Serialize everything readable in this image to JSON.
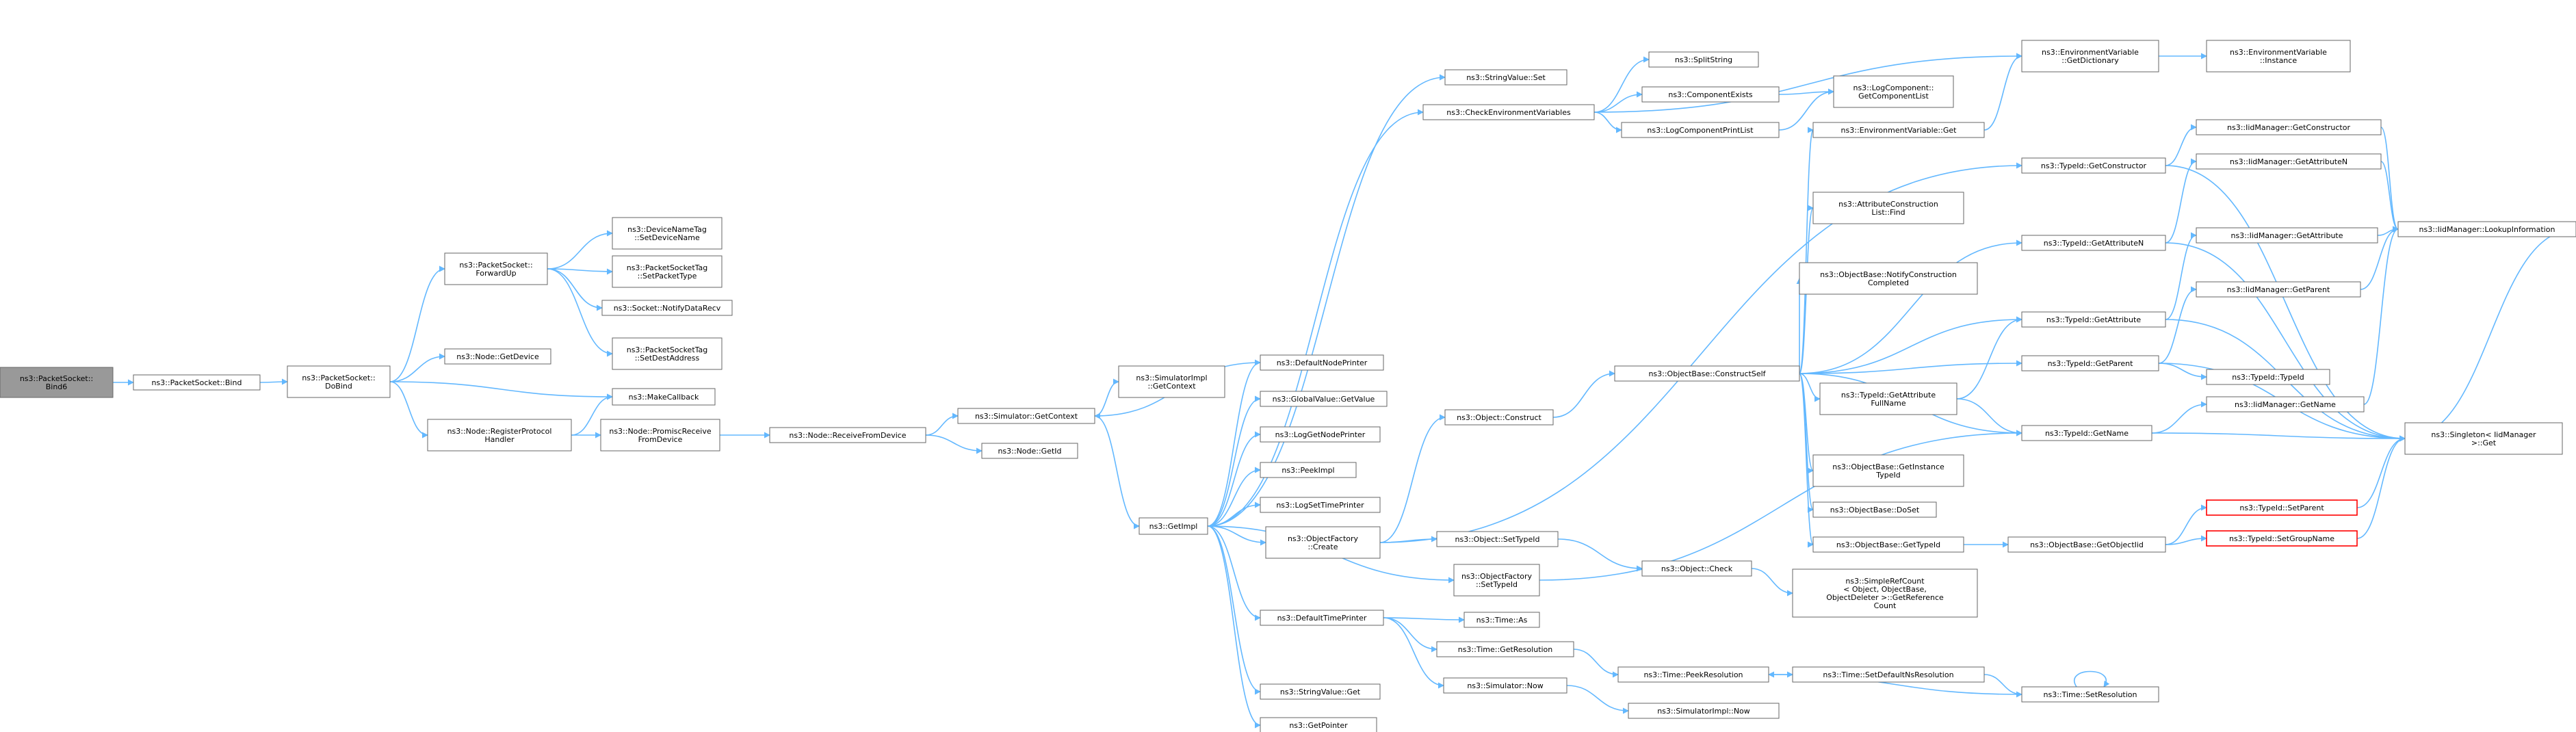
{
  "diagram": {
    "type": "doxygen-call-graph",
    "colors": {
      "node_border": "#666666",
      "node_fill": "#ffffff",
      "root_fill": "#999999",
      "root_border": "#666666",
      "warn_border": "#ff0000",
      "edge": "#63b8ff",
      "text": "#000000"
    },
    "nodes": [
      {
        "id": "n0",
        "lines": [
          "ns3::PacketSocket::",
          "Bind6"
        ],
        "root": true
      },
      {
        "id": "n1",
        "lines": [
          "ns3::PacketSocket::Bind"
        ]
      },
      {
        "id": "n2",
        "lines": [
          "ns3::PacketSocket::",
          "DoBind"
        ]
      },
      {
        "id": "n3",
        "lines": [
          "ns3::PacketSocket::",
          "ForwardUp"
        ]
      },
      {
        "id": "n4",
        "lines": [
          "ns3::Node::GetDevice"
        ]
      },
      {
        "id": "n5",
        "lines": [
          "ns3::MakeCallback"
        ]
      },
      {
        "id": "n6",
        "lines": [
          "ns3::Node::RegisterProtocol",
          "Handler"
        ]
      },
      {
        "id": "n7",
        "lines": [
          "ns3::DeviceNameTag",
          "::SetDeviceName"
        ]
      },
      {
        "id": "n8",
        "lines": [
          "ns3::PacketSocketTag",
          "::SetPacketType"
        ]
      },
      {
        "id": "n9",
        "lines": [
          "ns3::Socket::NotifyDataRecv"
        ]
      },
      {
        "id": "n10",
        "lines": [
          "ns3::PacketSocketTag",
          "::SetDestAddress"
        ]
      },
      {
        "id": "n11",
        "lines": [
          "ns3::Node::PromiscReceive",
          "FromDevice"
        ]
      },
      {
        "id": "n12",
        "lines": [
          "ns3::Node::ReceiveFromDevice"
        ]
      },
      {
        "id": "n13",
        "lines": [
          "ns3::Simulator::GetContext"
        ]
      },
      {
        "id": "n14",
        "lines": [
          "ns3::Node::GetId"
        ]
      },
      {
        "id": "n15",
        "lines": [
          "ns3::SimulatorImpl",
          "::GetContext"
        ]
      },
      {
        "id": "n16",
        "lines": [
          "ns3::GetImpl"
        ]
      },
      {
        "id": "n17",
        "lines": [
          "ns3::DefaultNodePrinter"
        ]
      },
      {
        "id": "n18",
        "lines": [
          "ns3::GlobalValue::GetValue"
        ]
      },
      {
        "id": "n19",
        "lines": [
          "ns3::LogGetNodePrinter"
        ]
      },
      {
        "id": "n20",
        "lines": [
          "ns3::PeekImpl"
        ]
      },
      {
        "id": "n21",
        "lines": [
          "ns3::LogSetTimePrinter"
        ]
      },
      {
        "id": "n22",
        "lines": [
          "ns3::ObjectFactory",
          "::Create"
        ]
      },
      {
        "id": "n23",
        "lines": [
          "ns3::DefaultTimePrinter"
        ]
      },
      {
        "id": "n24",
        "lines": [
          "ns3::StringValue::Get"
        ]
      },
      {
        "id": "n25",
        "lines": [
          "ns3::GetPointer"
        ]
      },
      {
        "id": "n26",
        "lines": [
          "ns3::StringValue::Set"
        ]
      },
      {
        "id": "n27",
        "lines": [
          "ns3::CheckEnvironmentVariables"
        ]
      },
      {
        "id": "n28",
        "lines": [
          "ns3::Object::Construct"
        ]
      },
      {
        "id": "n29",
        "lines": [
          "ns3::Object::SetTypeId"
        ]
      },
      {
        "id": "n30",
        "lines": [
          "ns3::ObjectFactory",
          "::SetTypeId"
        ]
      },
      {
        "id": "n31",
        "lines": [
          "ns3::Time::As"
        ]
      },
      {
        "id": "n32",
        "lines": [
          "ns3::Time::GetResolution"
        ]
      },
      {
        "id": "n33",
        "lines": [
          "ns3::Simulator::Now"
        ]
      },
      {
        "id": "n34",
        "lines": [
          "ns3::SplitString"
        ]
      },
      {
        "id": "n35",
        "lines": [
          "ns3::ComponentExists"
        ]
      },
      {
        "id": "n36",
        "lines": [
          "ns3::LogComponentPrintList"
        ]
      },
      {
        "id": "n37",
        "lines": [
          "ns3::ObjectBase::ConstructSelf"
        ]
      },
      {
        "id": "n38",
        "lines": [
          "ns3::Object::Check"
        ]
      },
      {
        "id": "n39",
        "lines": [
          "ns3::Time::PeekResolution"
        ]
      },
      {
        "id": "n40",
        "lines": [
          "ns3::SimulatorImpl::Now"
        ]
      },
      {
        "id": "n41",
        "lines": [
          "ns3::LogComponent::",
          "GetComponentList"
        ]
      },
      {
        "id": "n42",
        "lines": [
          "ns3::EnvironmentVariable::Get"
        ]
      },
      {
        "id": "n43",
        "lines": [
          "ns3::AttributeConstruction",
          "List::Find"
        ]
      },
      {
        "id": "n44",
        "lines": [
          "ns3::ObjectBase::NotifyConstruction",
          "Completed"
        ]
      },
      {
        "id": "n45",
        "lines": [
          "ns3::TypeId::GetAttribute",
          "FullName"
        ]
      },
      {
        "id": "n46",
        "lines": [
          "ns3::ObjectBase::GetInstance",
          "TypeId"
        ]
      },
      {
        "id": "n47",
        "lines": [
          "ns3::ObjectBase::DoSet"
        ]
      },
      {
        "id": "n48",
        "lines": [
          "ns3::ObjectBase::GetTypeId"
        ]
      },
      {
        "id": "n49",
        "lines": [
          "ns3::SimpleRefCount",
          "< Object, ObjectBase,",
          "ObjectDeleter >::GetReference",
          "Count"
        ]
      },
      {
        "id": "n50",
        "lines": [
          "ns3::Time::SetDefaultNsResolution"
        ]
      },
      {
        "id": "n51",
        "lines": [
          "ns3::EnvironmentVariable",
          "::GetDictionary"
        ]
      },
      {
        "id": "n52",
        "lines": [
          "ns3::TypeId::GetConstructor"
        ]
      },
      {
        "id": "n53",
        "lines": [
          "ns3::TypeId::GetAttributeN"
        ]
      },
      {
        "id": "n54",
        "lines": [
          "ns3::TypeId::GetAttribute"
        ]
      },
      {
        "id": "n55",
        "lines": [
          "ns3::TypeId::GetParent"
        ]
      },
      {
        "id": "n56",
        "lines": [
          "ns3::TypeId::GetName"
        ]
      },
      {
        "id": "n57",
        "lines": [
          "ns3::ObjectBase::GetObjectIid"
        ]
      },
      {
        "id": "n58",
        "lines": [
          "ns3::Time::SetResolution"
        ]
      },
      {
        "id": "n59",
        "lines": [
          "ns3::EnvironmentVariable",
          "::Instance"
        ]
      },
      {
        "id": "n60",
        "lines": [
          "ns3::IidManager::GetConstructor"
        ]
      },
      {
        "id": "n61",
        "lines": [
          "ns3::IidManager::GetAttributeN"
        ]
      },
      {
        "id": "n62",
        "lines": [
          "ns3::IidManager::GetAttribute"
        ]
      },
      {
        "id": "n63",
        "lines": [
          "ns3::IidManager::GetParent"
        ]
      },
      {
        "id": "n64",
        "lines": [
          "ns3::TypeId::TypeId"
        ]
      },
      {
        "id": "n65",
        "lines": [
          "ns3::IidManager::GetName"
        ]
      },
      {
        "id": "n66",
        "lines": [
          "ns3::TypeId::SetParent"
        ],
        "warn": true
      },
      {
        "id": "n67",
        "lines": [
          "ns3::TypeId::SetGroupName"
        ],
        "warn": true
      },
      {
        "id": "n68",
        "lines": [
          "ns3::IidManager::LookupInformation"
        ]
      },
      {
        "id": "n69",
        "lines": [
          "ns3::Singleton< IidManager",
          ">::Get"
        ]
      }
    ]
  }
}
